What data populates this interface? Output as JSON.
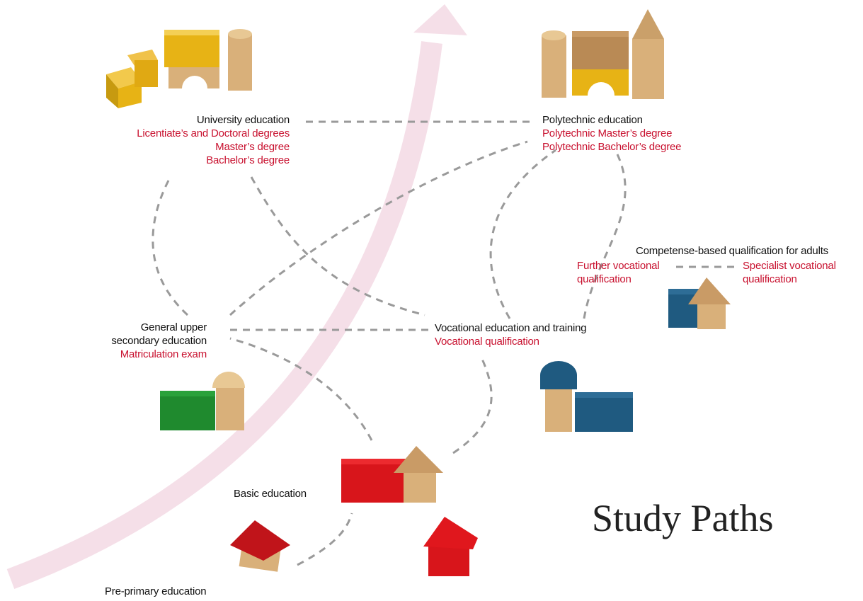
{
  "title": "Study Paths",
  "colors": {
    "accent_red": "#c8102e",
    "arrow_pink": "#f5dfe8",
    "dash_gray": "#9a9a9a",
    "wood": "#d9b07a",
    "yellow": "#e7b315",
    "green": "#1f8a2e",
    "blue": "#1f5a80",
    "red_block": "#d8151b"
  },
  "nodes": {
    "university": {
      "heading": "University education",
      "degrees": [
        "Licentiate’s and Doctoral degrees",
        "Master’s degree",
        "Bachelor’s degree"
      ]
    },
    "polytechnic": {
      "heading": "Polytechnic education",
      "degrees": [
        "Polytechnic Master’s degree",
        "Polytechnic Bachelor’s degree"
      ]
    },
    "adult": {
      "heading": "Competense-based qualification for adults",
      "further_line1": "Further vocational",
      "further_line2": "qualification",
      "specialist_line1": "Specialist vocational",
      "specialist_line2": "qualification"
    },
    "general_upper": {
      "heading_line1": "General upper",
      "heading_line2": "secondary education",
      "exam": "Matriculation exam"
    },
    "vocational": {
      "heading": "Vocational education and training",
      "qualification": "Vocational qualification"
    },
    "basic": {
      "heading": "Basic education"
    },
    "pre_primary": {
      "heading": "Pre-primary education"
    }
  },
  "icons": [
    "arrow-up-icon",
    "toy-block-icon"
  ]
}
